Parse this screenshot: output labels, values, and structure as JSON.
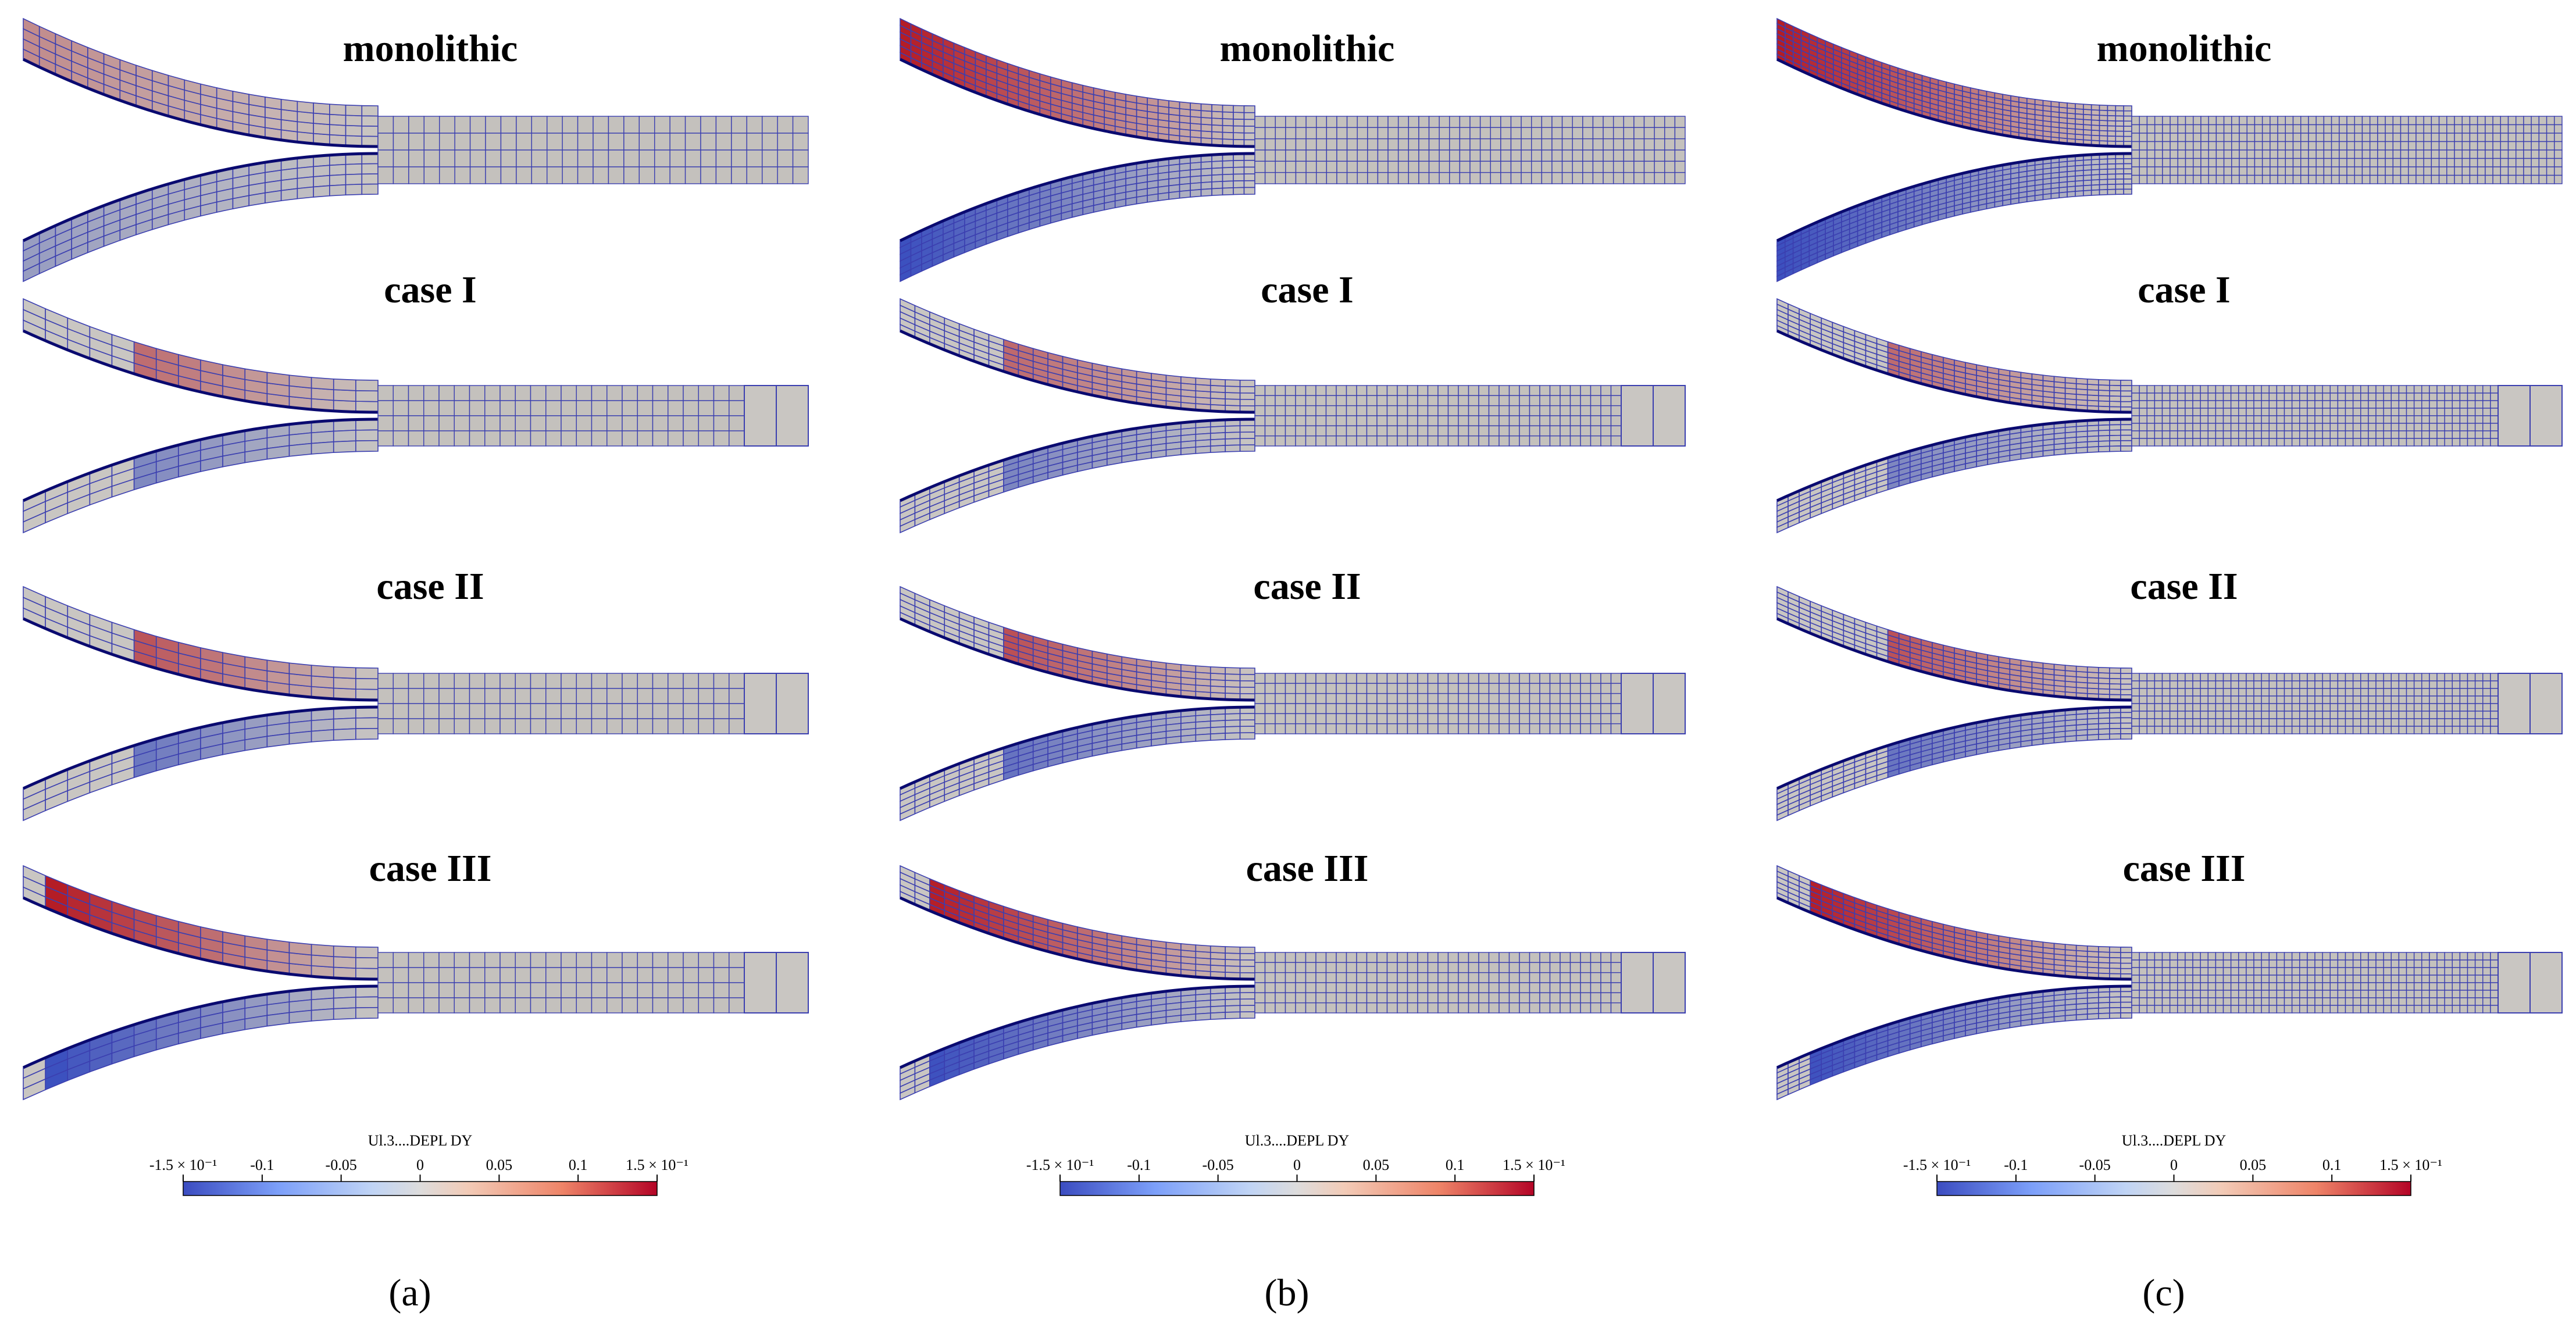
{
  "columns": [
    {
      "caption": "(a)",
      "rows": [
        {
          "title": "monolithic"
        },
        {
          "title": "case I"
        },
        {
          "title": "case II"
        },
        {
          "title": "case III"
        }
      ],
      "colorbar": {
        "label": "Ul.3....DEPL DY",
        "ticks": [
          "-1.5 × 10⁻¹",
          "-0.1",
          "-0.05",
          "0",
          "0.05",
          "0.1",
          "1.5 × 10⁻¹"
        ]
      }
    },
    {
      "caption": "(b)",
      "rows": [
        {
          "title": "monolithic"
        },
        {
          "title": "case I"
        },
        {
          "title": "case II"
        },
        {
          "title": "case III"
        }
      ],
      "colorbar": {
        "label": "Ul.3....DEPL DY",
        "ticks": [
          "-1.5 × 10⁻¹",
          "-0.1",
          "-0.05",
          "0",
          "0.05",
          "0.1",
          "1.5 × 10⁻¹"
        ]
      }
    },
    {
      "caption": "(c)",
      "rows": [
        {
          "title": "monolithic"
        },
        {
          "title": "case I"
        },
        {
          "title": "case II"
        },
        {
          "title": "case III"
        }
      ],
      "colorbar": {
        "label": "Ul.3....DEPL DY",
        "ticks": [
          "-1.5 × 10⁻¹",
          "-0.1",
          "-0.05",
          "0",
          "0.05",
          "0.1",
          "1.5 × 10⁻¹"
        ]
      }
    }
  ],
  "colors": {
    "neutral": "#c9c6c2",
    "red": "#b41a24",
    "blue": "#3a4fbf",
    "mesh": "#3b3fb0",
    "edge": "#0a0a70",
    "colormap": [
      "#3b4cc0",
      "#7c9ff9",
      "#c0d4f5",
      "#dddcdc",
      "#f2cbb7",
      "#ee8468",
      "#b40426"
    ]
  }
}
